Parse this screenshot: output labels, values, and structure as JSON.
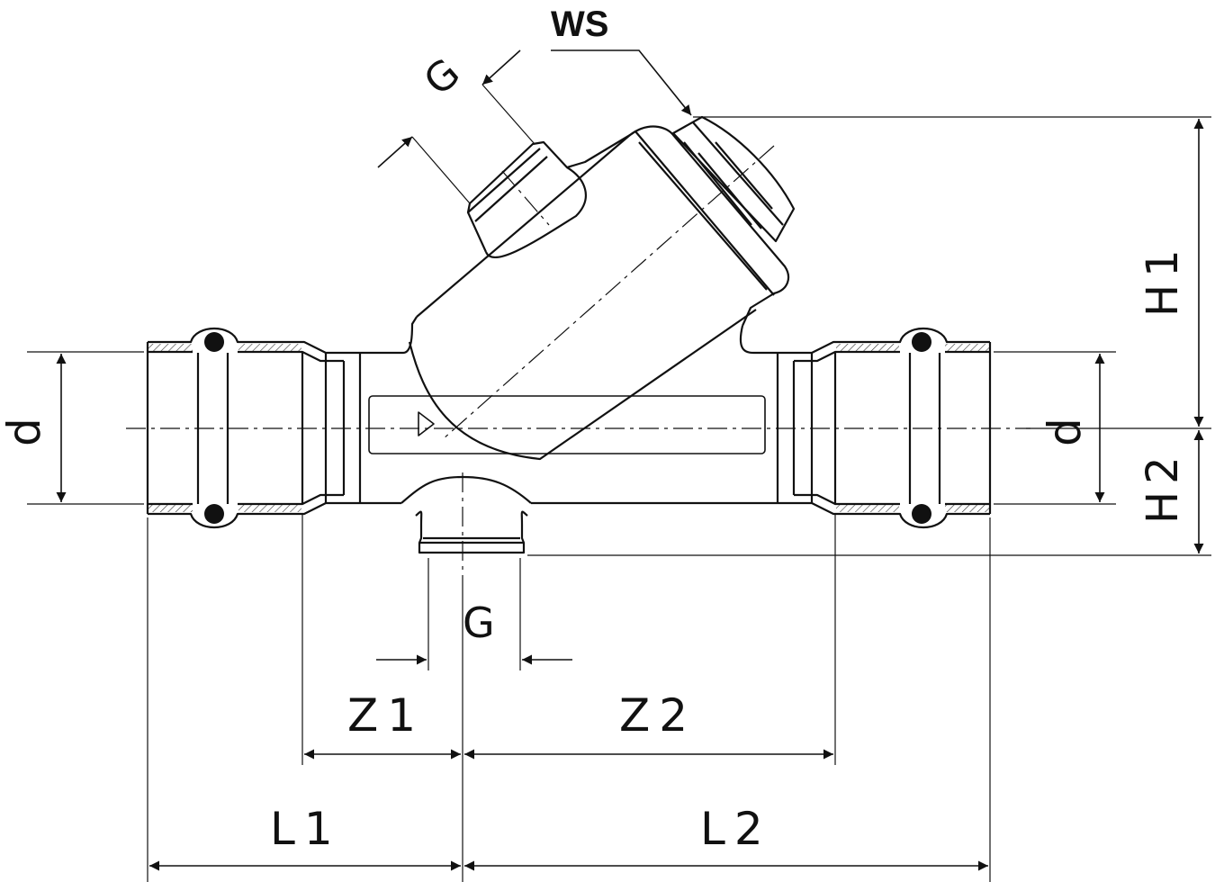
{
  "labels": {
    "ws": "WS",
    "g_top": "G",
    "g_bottom": "G",
    "d_left": "d",
    "d_right": "d",
    "h1": "H1",
    "h2": "H2",
    "z1": "Z1",
    "z2": "Z2",
    "l1": "L1",
    "l2": "L2"
  }
}
